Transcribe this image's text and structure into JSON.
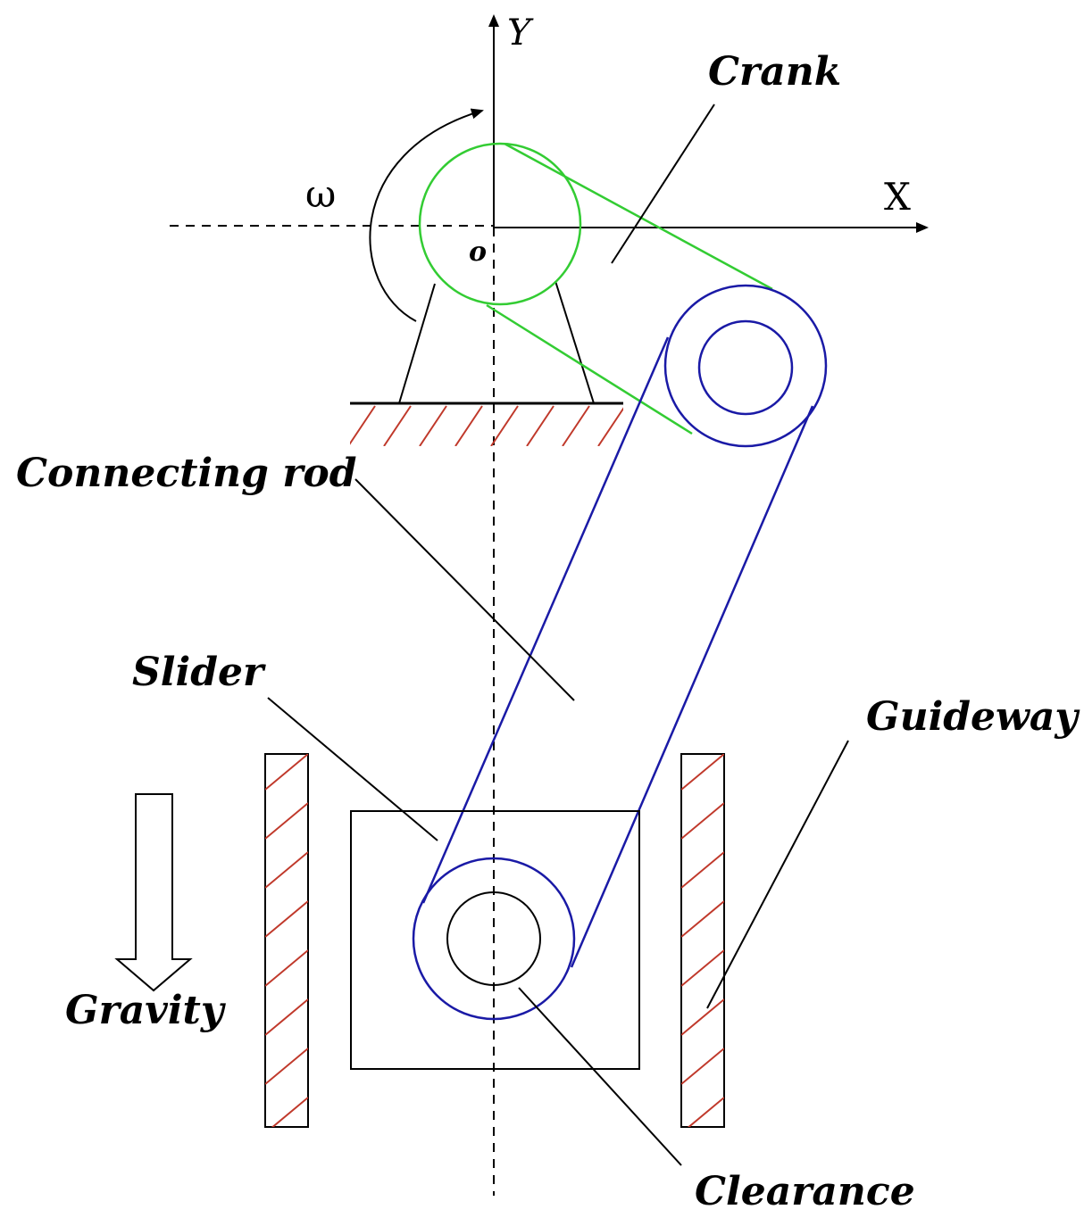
{
  "axes": {
    "y_label": "Y",
    "x_label": "X",
    "origin_label": "o",
    "omega_label": "ω"
  },
  "labels": {
    "crank": "Crank",
    "connecting_rod": "Connecting rod",
    "slider": "Slider",
    "guideway": "Guideway",
    "gravity": "Gravity",
    "clearance": "Clearance"
  },
  "colors": {
    "crank": "#33cc33",
    "connecting_rod": "#1a1aa6",
    "hatch": "#c0392b",
    "line": "#000000"
  }
}
